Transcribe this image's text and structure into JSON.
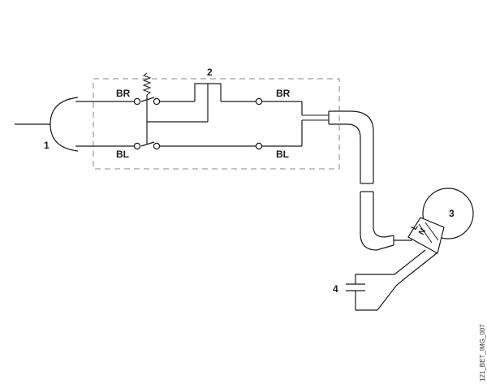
{
  "labels": {
    "top_left": "BR",
    "bottom_left": "BL",
    "top_right": "BR",
    "bottom_right": "BL",
    "motor_l": "L",
    "motor_n": "N"
  },
  "callouts": {
    "plug": "1",
    "switch": "2",
    "motor": "3",
    "capacitor": "4"
  },
  "figure_code": "121_BET_IMG_007",
  "colors": {
    "line": "#1a1a1a",
    "housing_dash": "#8a8a8a",
    "background": "#ffffff"
  }
}
